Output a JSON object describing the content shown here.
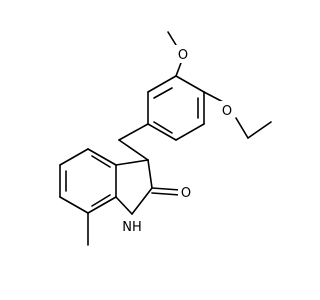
{
  "molecule": {
    "atoms": {
      "methoxy_oxygen": "O",
      "ethoxy_oxygen": "O",
      "carbonyl_oxygen": "O",
      "amine_nh": "NH"
    }
  }
}
